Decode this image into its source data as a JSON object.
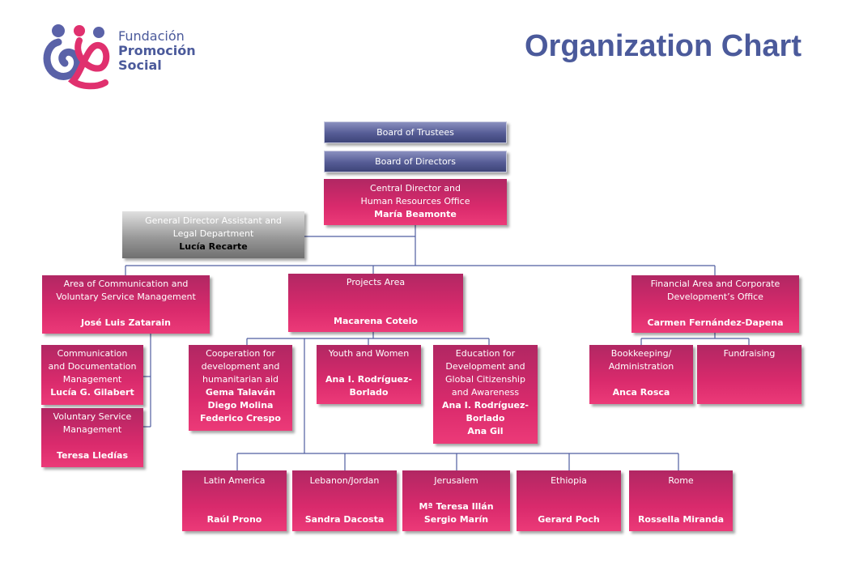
{
  "header": {
    "logo_line1": "Fundación",
    "logo_line2": "Promoción",
    "logo_line3": "Social",
    "title": "Organization Chart"
  },
  "colors": {
    "title": "#4b5a9b",
    "box_pink": "#d92a6c",
    "box_blue": "#555c95",
    "box_gray": "#9a9a9a",
    "connector": "#4f5da0"
  },
  "chart": {
    "trustees": {
      "title": "Board of Trustees"
    },
    "directors": {
      "title": "Board of Directors"
    },
    "central": {
      "title1": "Central Director and",
      "title2": "Human Resources Office",
      "name": "María Beamonte"
    },
    "assistant": {
      "title1": "General Director Assistant and",
      "title2": "Legal Department",
      "name": "Lucía Recarte"
    },
    "communication_area": {
      "title1": "Area of Communication and",
      "title2": "Voluntary Service Management",
      "name": "José Luis Zatarain"
    },
    "projects_area": {
      "title": "Projects Area",
      "name": "Macarena Cotelo"
    },
    "financial_area": {
      "title1": "Financial Area and Corporate",
      "title2": "Development’s Office",
      "name": "Carmen Fernández-Dapena"
    },
    "comm_doc": {
      "title1": "Communication",
      "title2": "and Documentation",
      "title3": "Management",
      "name": "Lucía G. Gilabert"
    },
    "voluntary": {
      "title1": "Voluntary Service",
      "title2": "Management",
      "name": "Teresa Lledías"
    },
    "cooperation": {
      "title1": "Cooperation for",
      "title2": "development and",
      "title3": "humanitarian aid",
      "name1": "Gema Talaván",
      "name2": "Diego Molina",
      "name3": "Federico Crespo"
    },
    "youth": {
      "title": "Youth and Women",
      "name1": "Ana I. Rodríguez-",
      "name2": "Borlado"
    },
    "education": {
      "title1": "Education for",
      "title2": "Development and",
      "title3": "Global Citizenship",
      "title4": "and Awareness",
      "name1": "Ana I. Rodríguez-",
      "name2": "Borlado",
      "name3": "Ana Gil"
    },
    "bookkeeping": {
      "title1": "Bookkeeping/",
      "title2": "Administration",
      "name": "Anca Rosca"
    },
    "fundraising": {
      "title": "Fundraising"
    },
    "latin_america": {
      "title": "Latin America",
      "name": "Raúl Prono"
    },
    "lebanon": {
      "title": "Lebanon/Jordan",
      "name": "Sandra Dacosta"
    },
    "jerusalem": {
      "title": "Jerusalem",
      "name1": "Mª Teresa Illán",
      "name2": "Sergio Marín"
    },
    "ethiopia": {
      "title": "Ethiopia",
      "name": "Gerard Poch"
    },
    "rome": {
      "title": "Rome",
      "name": "Rossella Miranda"
    }
  }
}
